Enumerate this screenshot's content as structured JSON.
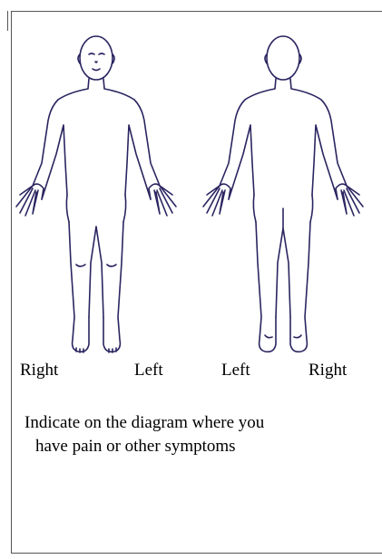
{
  "labels": {
    "front_right": "Right",
    "front_left": "Left",
    "back_left": "Left",
    "back_right": "Right"
  },
  "instruction": {
    "line1": "Indicate on the diagram where you",
    "line2": "have pain or other symptoms"
  },
  "colors": {
    "outline": "#2a2560",
    "frame": "#555555"
  },
  "figures": [
    {
      "name": "front-body-figure",
      "view": "front"
    },
    {
      "name": "back-body-figure",
      "view": "back"
    }
  ]
}
